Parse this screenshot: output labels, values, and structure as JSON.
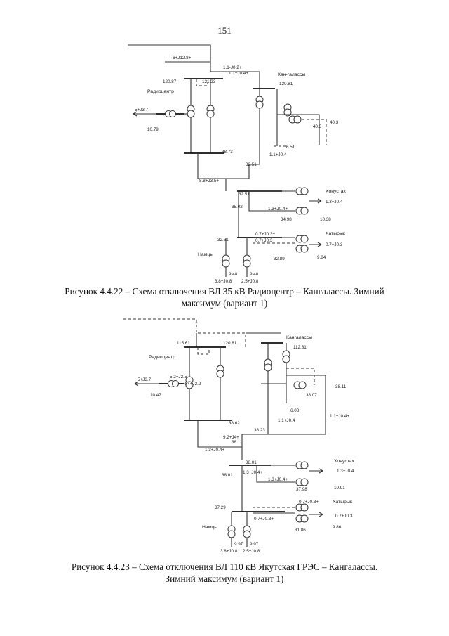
{
  "page": {
    "number": "151"
  },
  "figure1": {
    "caption_line1": "Рисунок 4.4.22 – Схема отключения ВЛ 35 кВ Радиоцентр – Кангалассы. Зимний",
    "caption_line2": "максимум (вариант 1)",
    "substations": {
      "radiocentr": "Радиоцентр",
      "kangalassy": "Кан-галассы",
      "khonustakh": "Хонустах",
      "khatyryk": "Хатырык",
      "namtsy": "Намцы"
    },
    "labels": [
      {
        "id": "d1-flow-top-left",
        "text": "6+J12.8+"
      },
      {
        "id": "d1-flow-top-right",
        "text": "1.1-J0.2+"
      },
      {
        "id": "d1-flow-kang-top",
        "text": "1.1+J0.4+"
      },
      {
        "id": "d1-v-radio-left",
        "text": "120.87"
      },
      {
        "id": "d1-v-radio-right",
        "text": "121.23"
      },
      {
        "id": "d1-v-kang-top",
        "text": "120.81"
      },
      {
        "id": "d1-load-radio",
        "text": "5+J3.7"
      },
      {
        "id": "d1-v-radio-lv",
        "text": "10.79"
      },
      {
        "id": "d1-v-kang-right",
        "text": "40.3"
      },
      {
        "id": "d1-v-kang-far",
        "text": "40.3"
      },
      {
        "id": "d1-v-kang-lv",
        "text": "6.51"
      },
      {
        "id": "d1-flow-kang-bottom",
        "text": "1.1+J0.4"
      },
      {
        "id": "d1-v-radio-35",
        "text": "38.73"
      },
      {
        "id": "d1-v-mid-35",
        "text": "32.51"
      },
      {
        "id": "d1-flow-mid-left",
        "text": "8.8+J3.5+"
      },
      {
        "id": "d1-v-junction",
        "text": "32.51"
      },
      {
        "id": "d1-v-khon-hv",
        "text": "35.02"
      },
      {
        "id": "d1-flow-khon",
        "text": "1.3+J0.4+"
      },
      {
        "id": "d1-load-khon",
        "text": "1.3+J0.4"
      },
      {
        "id": "d1-v-khon-lv1",
        "text": "34.98"
      },
      {
        "id": "d1-v-khon-lv2",
        "text": "10.38"
      },
      {
        "id": "d1-flow-khat-1",
        "text": "0.7+J0.3+"
      },
      {
        "id": "d1-flow-khat-2",
        "text": "0.7+J0.3+"
      },
      {
        "id": "d1-load-khat",
        "text": "0.7+J0.3"
      },
      {
        "id": "d1-v-namtsy",
        "text": "32.51"
      },
      {
        "id": "d1-v-khat-hv",
        "text": "32.89"
      },
      {
        "id": "d1-v-khat-lv",
        "text": "9.84"
      },
      {
        "id": "d1-v-namtsy-lv1",
        "text": "9.48"
      },
      {
        "id": "d1-v-namtsy-lv2",
        "text": "9.48"
      },
      {
        "id": "d1-load-namtsy-1",
        "text": "3.8+J0.8"
      },
      {
        "id": "d1-load-namtsy-2",
        "text": "2.5+J0.8"
      }
    ]
  },
  "figure2": {
    "caption_line1": "Рисунок 4.4.23 – Схема отключения ВЛ 110 кВ Якутская ГРЭС – Кангалассы.",
    "caption_line2": "Зимний максимум (вариант 1)",
    "substations": {
      "radiocentr": "Радиоцентр",
      "kangalassy": "Кангалассы",
      "khonustakh": "Хонустах",
      "khatyryk": "Хатырык",
      "namtsy": "Намцы"
    },
    "labels": [
      {
        "id": "d2-v-radio-left",
        "text": "115.61"
      },
      {
        "id": "d2-v-radio-right",
        "text": "120.81"
      },
      {
        "id": "d2-v-kang-top",
        "text": "112.81"
      },
      {
        "id": "d2-load-radio",
        "text": "5+J3.7"
      },
      {
        "id": "d2-flow-radio-1",
        "text": "5.2+J2.5"
      },
      {
        "id": "d2-flow-radio-2",
        "text": "4.4+J2.2"
      },
      {
        "id": "d2-v-radio-lv",
        "text": "10.47"
      },
      {
        "id": "d2-v-kang-right",
        "text": "38.11"
      },
      {
        "id": "d2-v-kang-35",
        "text": "38.07"
      },
      {
        "id": "d2-v-kang-lv",
        "text": "6.08"
      },
      {
        "id": "d2-flow-kang-bottom",
        "text": "1.1+J0.4"
      },
      {
        "id": "d2-flow-kang-vert",
        "text": "1.1+J0.4+"
      },
      {
        "id": "d2-v-radio-35",
        "text": "38.62"
      },
      {
        "id": "d2-v-mid",
        "text": "38.23"
      },
      {
        "id": "d2-v-mid-2",
        "text": "38.11"
      },
      {
        "id": "d2-flow-mid-left",
        "text": "1.3+J0.4+"
      },
      {
        "id": "d2-flow-mid-right",
        "text": "9.2+J4+"
      },
      {
        "id": "d2-v-khon-hv",
        "text": "38.01"
      },
      {
        "id": "d2-flow-khon",
        "text": "1.3+J0.4+"
      },
      {
        "id": "d2-load-khon",
        "text": "1.3+J0.4"
      },
      {
        "id": "d2-v-junction",
        "text": "38.01"
      },
      {
        "id": "d2-v-khon-lv1",
        "text": "37.98"
      },
      {
        "id": "d2-v-khon-lv2",
        "text": "10.91"
      },
      {
        "id": "d2-flow-khon-2",
        "text": "1.3+J0.4+"
      },
      {
        "id": "d2-flow-khat-1",
        "text": "0.7+J0.3+"
      },
      {
        "id": "d2-flow-khat-2",
        "text": "0.7+J0.3+"
      },
      {
        "id": "d2-load-khat",
        "text": "0.7+J0.3"
      },
      {
        "id": "d2-v-namtsy",
        "text": "37.29"
      },
      {
        "id": "d2-v-khat-hv",
        "text": "31.86"
      },
      {
        "id": "d2-v-khat-lv",
        "text": "9.86"
      },
      {
        "id": "d2-v-namtsy-lv1",
        "text": "9.97"
      },
      {
        "id": "d2-v-namtsy-lv2",
        "text": "9.97"
      },
      {
        "id": "d2-load-namtsy-1",
        "text": "3.8+J0.8"
      },
      {
        "id": "d2-load-namtsy-2",
        "text": "2.5+J0.8"
      }
    ]
  }
}
